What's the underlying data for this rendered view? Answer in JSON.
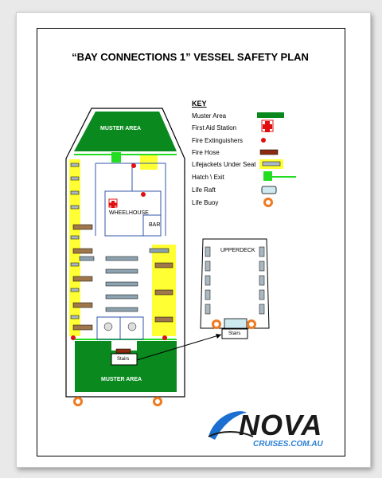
{
  "title": "“BAY CONNECTIONS 1” VESSEL SAFETY PLAN",
  "key": {
    "heading": "KEY",
    "items": [
      {
        "label": "Muster Area",
        "icon": "muster-area-swatch",
        "color": "#0a8a1e"
      },
      {
        "label": "First Aid Station",
        "icon": "first-aid-cross-icon",
        "color": "#e01010"
      },
      {
        "label": "Fire Extinguishers",
        "icon": "fire-extinguisher-dot-icon",
        "color": "#e01010"
      },
      {
        "label": "Fire Hose",
        "icon": "fire-hose-icon",
        "color": "#8b2a10"
      },
      {
        "label": "Lifejackets Under Seat",
        "icon": "lifejacket-seat-icon",
        "color": "#ffff33"
      },
      {
        "label": "Hatch \\ Exit",
        "icon": "hatch-exit-icon",
        "color": "#22dd22"
      },
      {
        "label": "Life Raft",
        "icon": "life-raft-icon",
        "color": "#cfe9f0"
      },
      {
        "label": "Life Buoy",
        "icon": "life-buoy-icon",
        "color": "#f07a20"
      }
    ]
  },
  "deck": {
    "muster_top": "MUSTER AREA",
    "muster_bottom": "MUSTER AREA",
    "wheelhouse": "WHEELHOUSE",
    "bar": "BAR",
    "stairs": "Stairs"
  },
  "upperdeck": {
    "label": "UPPERDECK",
    "stairs": "Stairs"
  },
  "logo": {
    "main": "NOVA",
    "sub": "CRUISES.COM.AU"
  }
}
